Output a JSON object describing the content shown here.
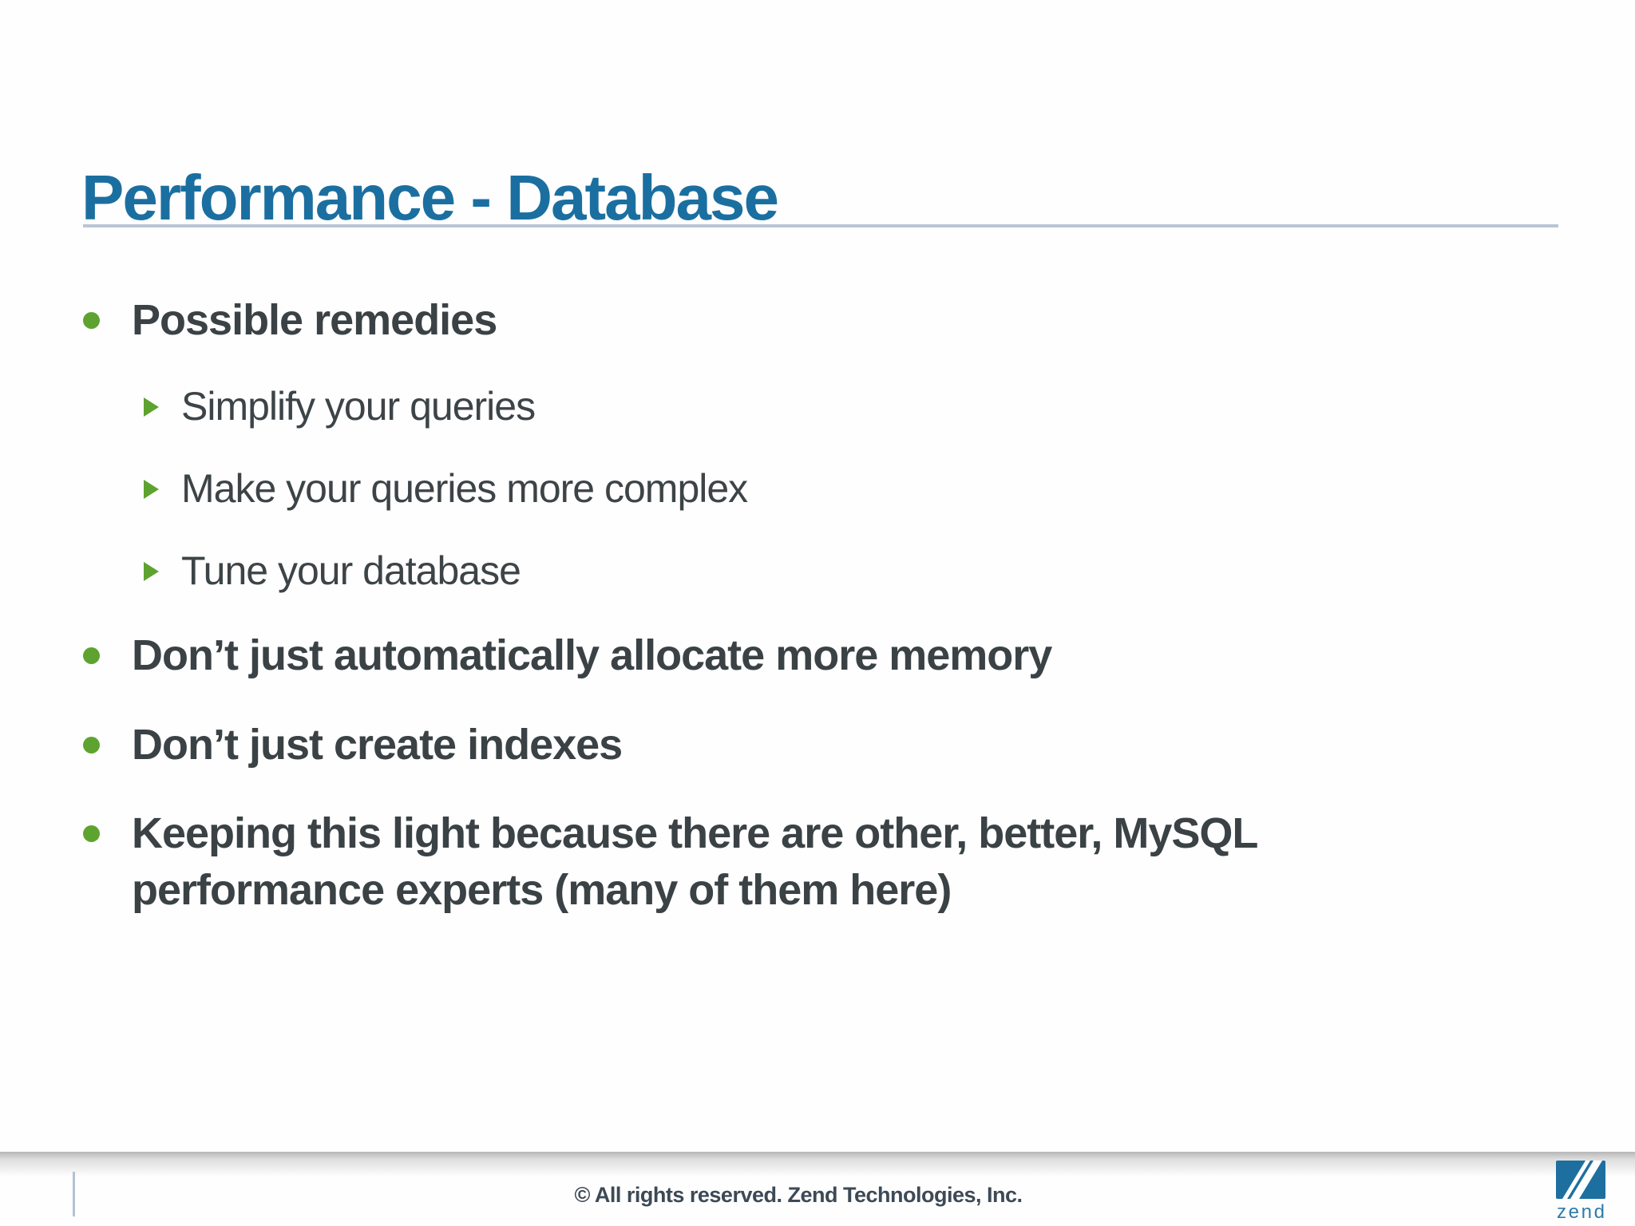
{
  "slide": {
    "title": "Performance - Database",
    "bullets": [
      {
        "level": 1,
        "text": "Possible remedies"
      },
      {
        "level": 2,
        "text": "Simplify your queries"
      },
      {
        "level": 2,
        "text": "Make your queries more complex"
      },
      {
        "level": 2,
        "text": "Tune your database"
      },
      {
        "level": 1,
        "text": "Don’t just automatically allocate more memory"
      },
      {
        "level": 1,
        "text": "Don’t just create indexes"
      },
      {
        "level": 1,
        "text": "Keeping this light because there are other, better, MySQL performance experts (many of them here)"
      }
    ]
  },
  "footer": {
    "copyright": "© All rights reserved. Zend Technologies, Inc.",
    "logo_text": "zend"
  },
  "colors": {
    "title_blue": "#1b6fa0",
    "body_text": "#3b4245",
    "bullet_green": "#5ea32f",
    "title_rule": "#b9c5d3",
    "footer_text": "#3d4956",
    "footer_tick": "#b3c1d6",
    "logo_blue": "#1d6fa0"
  }
}
